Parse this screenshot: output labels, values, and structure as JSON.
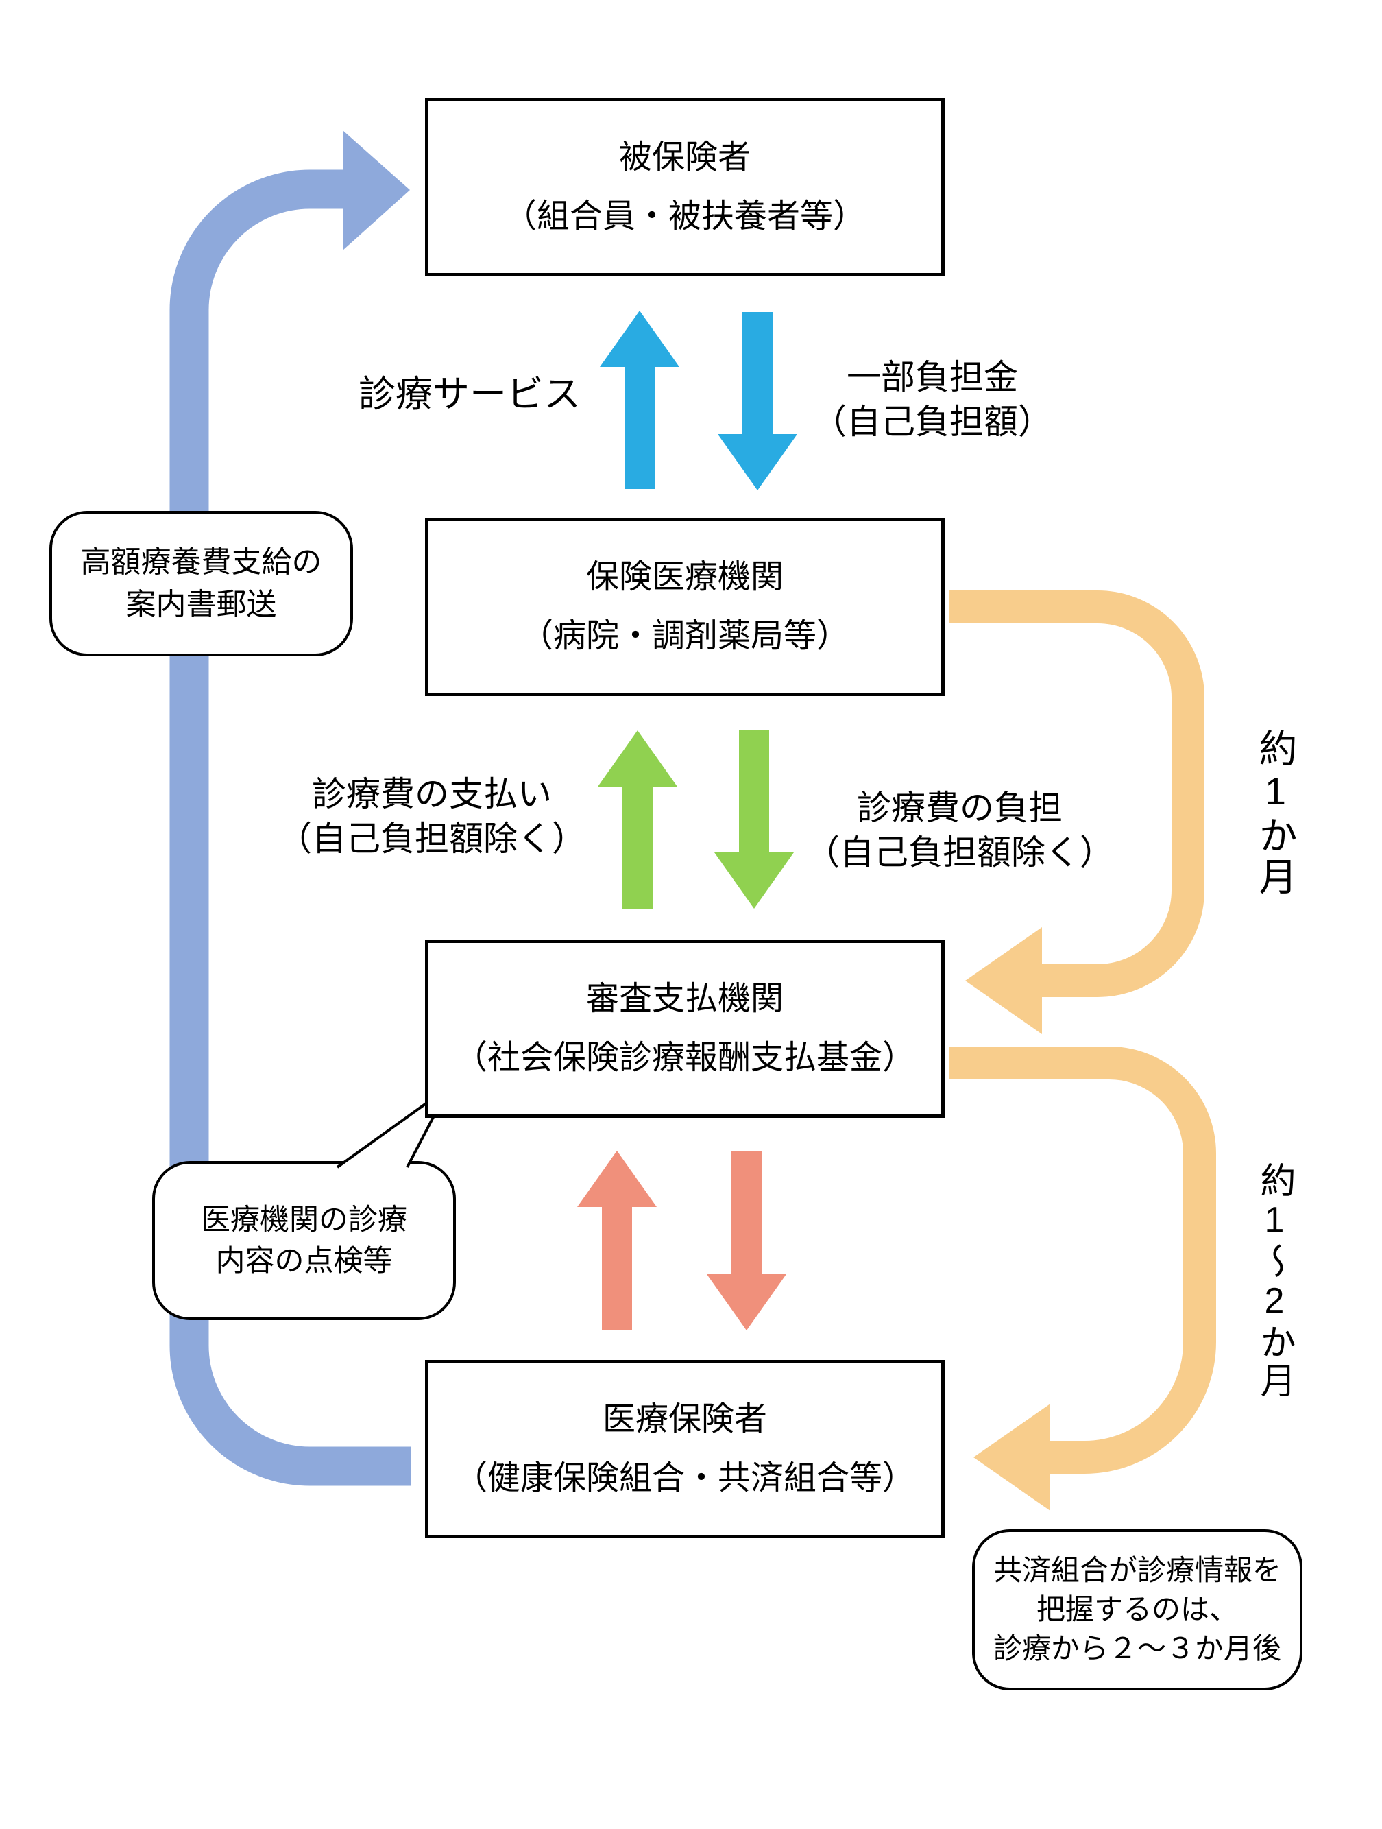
{
  "colors": {
    "loop": "#8EA9DB",
    "cyan": "#29ABE2",
    "green": "#90D150",
    "salmon": "#F0907B",
    "orange": "#F8CD8C"
  },
  "boxes": {
    "insured": {
      "title": "被保険者",
      "subtitle": "（組合員・被扶養者等）"
    },
    "institution": {
      "title": "保険医療機関",
      "subtitle": "（病院・調剤薬局等）"
    },
    "review": {
      "title": "審査支払機関",
      "subtitle": "（社会保険診療報酬支払基金）"
    },
    "insurer": {
      "title": "医療保険者",
      "subtitle": "（健康保険組合・共済組合等）"
    }
  },
  "labels": {
    "service": "診療サービス",
    "copayment_line1": "一部負担金",
    "copayment_line2": "（自己負担額）",
    "fee_payment_line1": "診療費の支払い",
    "fee_payment_line2": "（自己負担額除く）",
    "fee_burden_line1": "診療費の負担",
    "fee_burden_line2": "（自己負担額除く）",
    "about_1_month": "約1か月",
    "about_1_2_months": "約1～2か月"
  },
  "callouts": {
    "refund_notice": {
      "line1": "高額療養費支給の",
      "line2": "案内書郵送"
    },
    "review_note": {
      "line1": "医療機関の診療",
      "line2": "内容の点検等"
    },
    "kyosai_note": {
      "line1": "共済組合が診療情報を",
      "line2": "把握するのは、",
      "line3": "診療から２～３か月後"
    }
  }
}
